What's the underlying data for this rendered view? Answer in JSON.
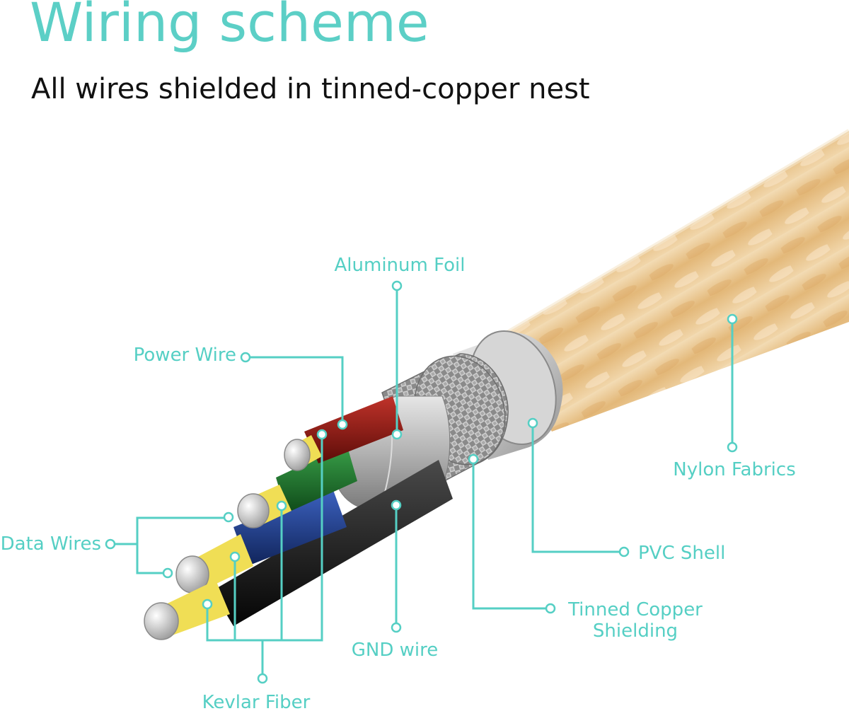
{
  "header": {
    "title": "Wiring scheme",
    "subtitle": "All wires shielded in tinned-copper nest"
  },
  "labels": {
    "aluminum_foil": "Aluminum Foil",
    "power_wire": "Power Wire",
    "nylon_fabrics": "Nylon Fabrics",
    "data_wires": "Data Wires",
    "pvc_shell": "PVC Shell",
    "tinned_copper_line1": "Tinned Copper",
    "tinned_copper_line2": "Shielding",
    "gnd_wire": "GND wire",
    "kevlar_fiber": "Kevlar Fiber"
  },
  "colors": {
    "accent": "#55cfc4",
    "title_color": "#5ccfc6",
    "text": "#111111",
    "nylon": "#e7c28d",
    "pvc": "#c9c9c9",
    "copper_braid": "#9a9a9a",
    "foil": "#bdbdbd",
    "power_insulation": "#8b1410",
    "green_insulation": "#1f7a2e",
    "blue_insulation": "#1f3f8a",
    "black_insulation": "#141414",
    "kevlar": "#f2e25a",
    "strands": "#d9d9d9"
  }
}
